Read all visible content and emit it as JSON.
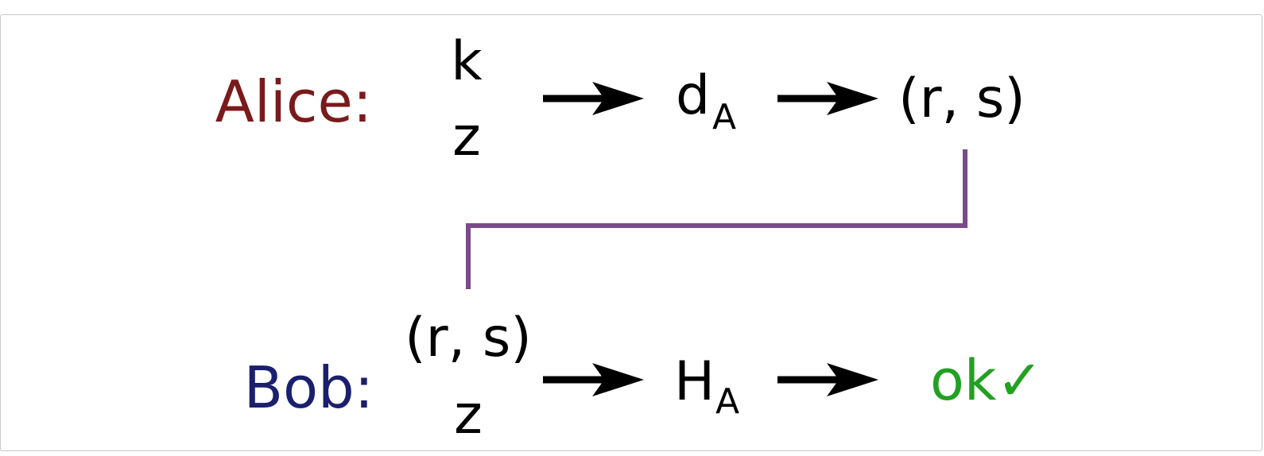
{
  "alice": {
    "label": "Alice:",
    "input_top": "k",
    "input_bottom": "z",
    "key_base": "d",
    "key_sub": "A",
    "output": "(r, s)"
  },
  "bob": {
    "label": "Bob:",
    "input_top": "(r, s)",
    "input_bottom": "z",
    "key_base": "H",
    "key_sub": "A",
    "result": "ok✓"
  },
  "colors": {
    "alice": "#7a1a1a",
    "bob": "#1a1f6e",
    "connector": "#7b4a8a",
    "ok": "#22a022",
    "arrow": "#000000"
  }
}
